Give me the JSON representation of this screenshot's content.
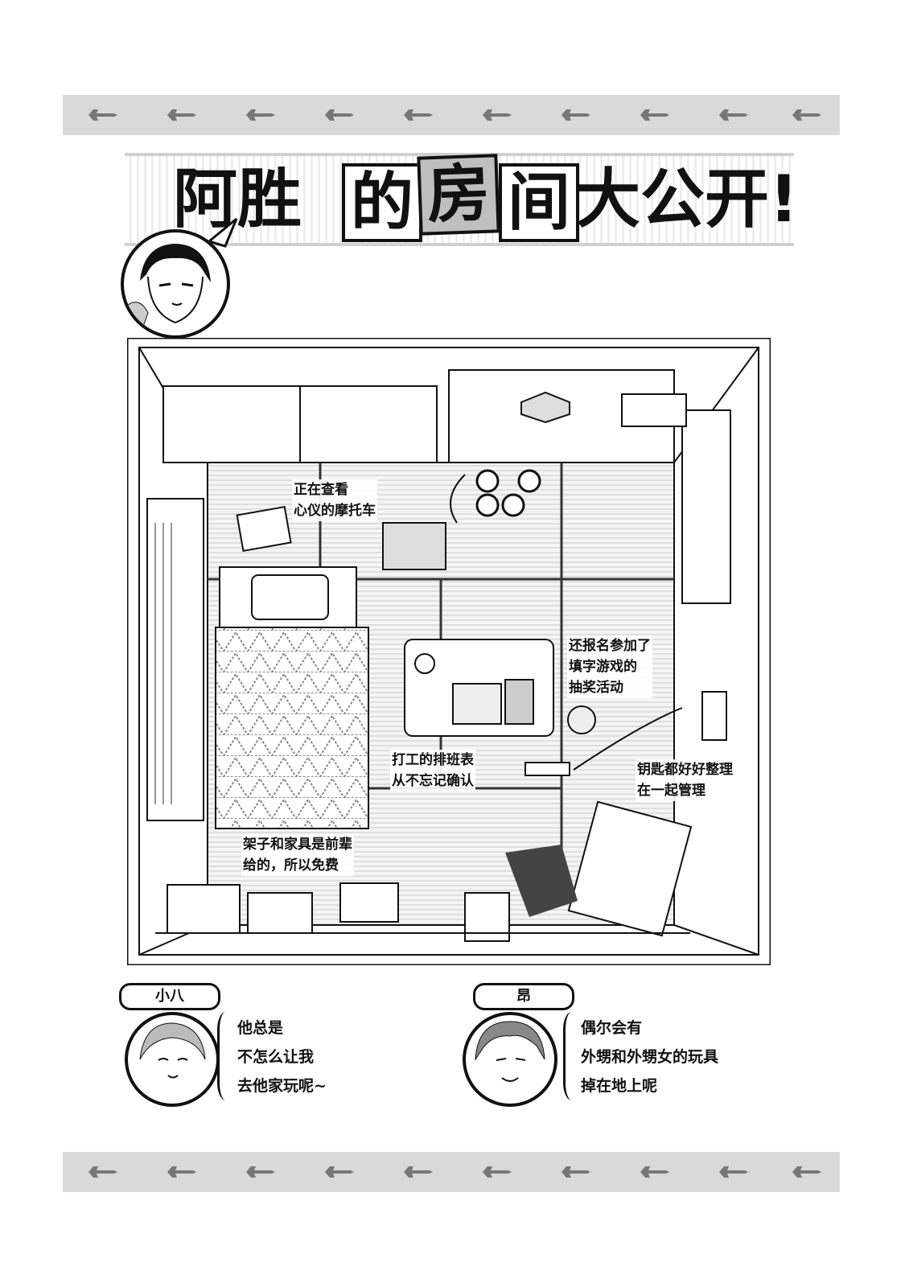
{
  "title": {
    "name": "阿胜",
    "char1": "的",
    "char2": "房",
    "char3": "间",
    "rest": "大公开!"
  },
  "annotations": {
    "motorcycle": [
      "正在查看",
      "心仪的摩托车"
    ],
    "lottery": [
      "还报名参加了",
      "填字游戏的",
      "抽奖活动"
    ],
    "schedule": [
      "打工的排班表",
      "从不忘记确认"
    ],
    "keys": [
      "钥匙都好好整理",
      "在一起管理"
    ],
    "furniture": [
      "架子和家具是前辈",
      "给的，所以免费"
    ]
  },
  "comments": {
    "xiaoba": {
      "name": "小八",
      "lines": [
        "他总是",
        "不怎么让我",
        "去他家玩呢~"
      ]
    },
    "ang": {
      "name": "昂",
      "lines": [
        "偶尔会有",
        "外甥和外甥女的玩具",
        "掉在地上呢"
      ]
    }
  },
  "icons": {
    "band": "wrench-icon",
    "main_avatar": "character-avatar",
    "room": "room-floorplan-illustration"
  }
}
